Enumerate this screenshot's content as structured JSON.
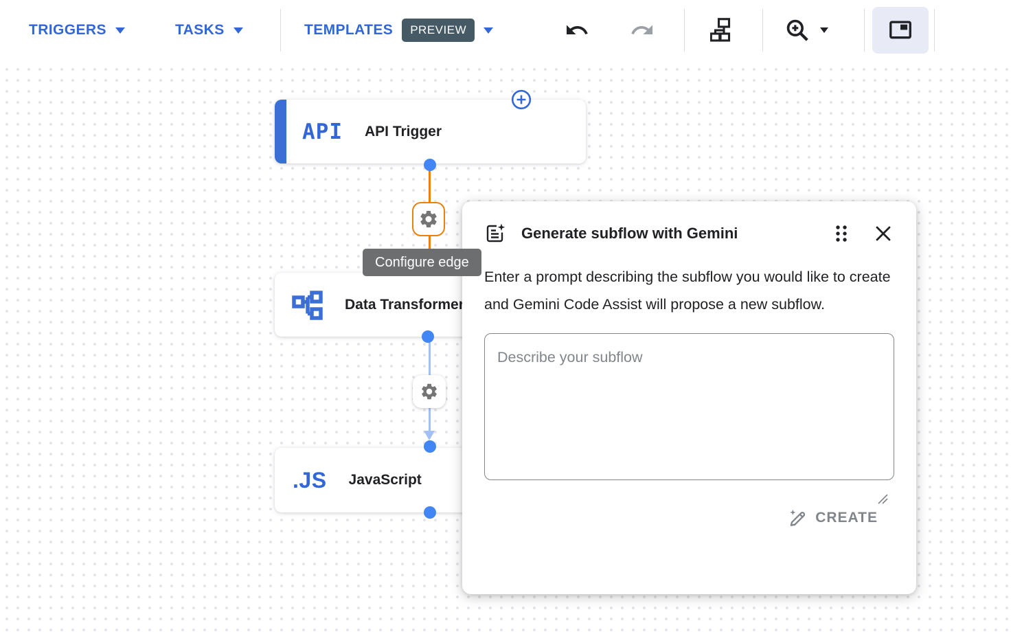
{
  "toolbar": {
    "triggers_label": "TRIGGERS",
    "tasks_label": "TASKS",
    "templates_label": "TEMPLATES",
    "preview_badge": "PREVIEW",
    "icons": [
      "undo-icon",
      "redo-icon",
      "auto-layout-icon",
      "zoom-in-icon",
      "minimap-toggle-icon"
    ]
  },
  "canvas": {
    "nodes": [
      {
        "id": "api-trigger",
        "icon_text": "API",
        "label": "API Trigger"
      },
      {
        "id": "data-transformer",
        "icon": "data-transformer-icon",
        "label": "Data Transformer"
      },
      {
        "id": "javascript",
        "icon_text": ".JS",
        "label": "JavaScript"
      }
    ],
    "edge_tooltip": "Configure edge"
  },
  "dialog": {
    "icon": "generate-note-sparkle-icon",
    "title": "Generate subflow with Gemini",
    "description": "Enter a prompt describing the subflow you would like to create and Gemini Code Assist will propose a new subflow.",
    "textarea_placeholder": "Describe your subflow",
    "textarea_value": "",
    "create_label": "CREATE"
  },
  "colors": {
    "toolbar_blue": "#3367d6",
    "node_icon_blue": "#3b6fd6",
    "port_blue": "#4285f4",
    "edge_orange": "#e8820c",
    "edge_light_blue": "#a2c0f7",
    "preview_badge_bg": "#455a64",
    "tooltip_bg": "#6c6e70",
    "minimap_button_bg": "#e8eaf6",
    "disabled_gray": "#80868b"
  }
}
